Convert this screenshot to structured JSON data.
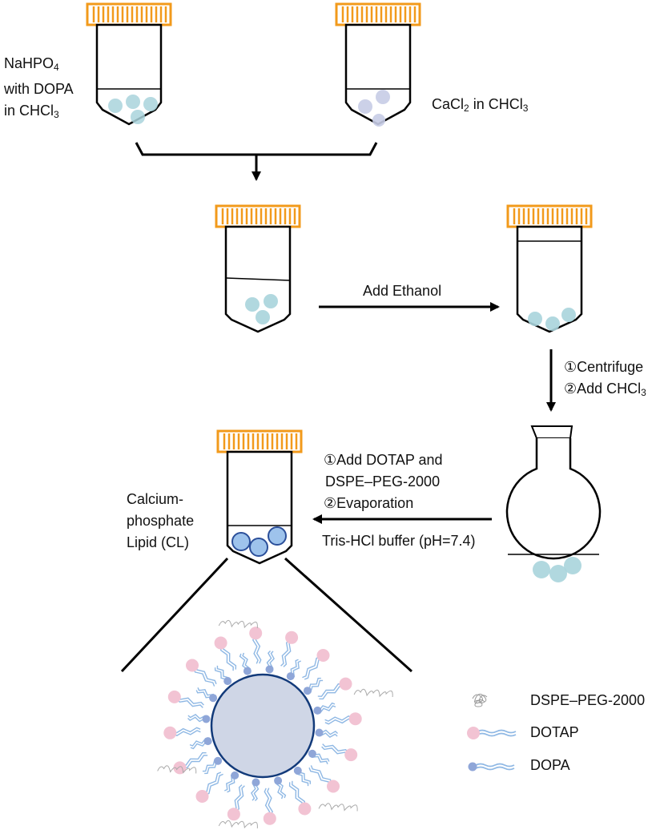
{
  "reagent_left": {
    "line1_a": "NaHPO",
    "line1_sub": "4",
    "line2": "with DOPA",
    "line3_a": "in CHCl",
    "line3_sub": "3"
  },
  "reagent_right": {
    "a": "CaCl",
    "sub1": "2",
    "b": " in CHCl",
    "sub2": "3"
  },
  "step_ethanol": "Add Ethanol",
  "step_centrifuge": {
    "m1": "①",
    "t1": "Centrifuge",
    "m2": "②",
    "t2a": "Add CHCl",
    "t2sub": "3"
  },
  "step_dotap": {
    "m1": "①",
    "t1": "Add DOTAP and",
    "t2": "DSPE–PEG-2000",
    "m3": "②",
    "t3": "Evaporation"
  },
  "buffer": "Tris-HCl buffer (pH=7.4)",
  "product": {
    "line1": "Calcium-",
    "line2": "phosphate",
    "line3": "Lipid (CL)"
  },
  "legend": [
    {
      "label": "DSPE–PEG-2000",
      "icon": "peg-coil-icon"
    },
    {
      "label": "DOTAP",
      "icon": "dotap-lipid-icon"
    },
    {
      "label": "DOPA",
      "icon": "dopa-lipid-icon"
    }
  ],
  "colors": {
    "cap": "#f29a1b",
    "particle_teal": "#a9d4dc",
    "particle_lavender": "#c6cce6",
    "particle_blue": "#9ec3ec",
    "dotap_head": "#f2c3d3",
    "dopa_head": "#8fa6d8",
    "core": "#cfd6e6",
    "tail": "#8fb8e4"
  }
}
